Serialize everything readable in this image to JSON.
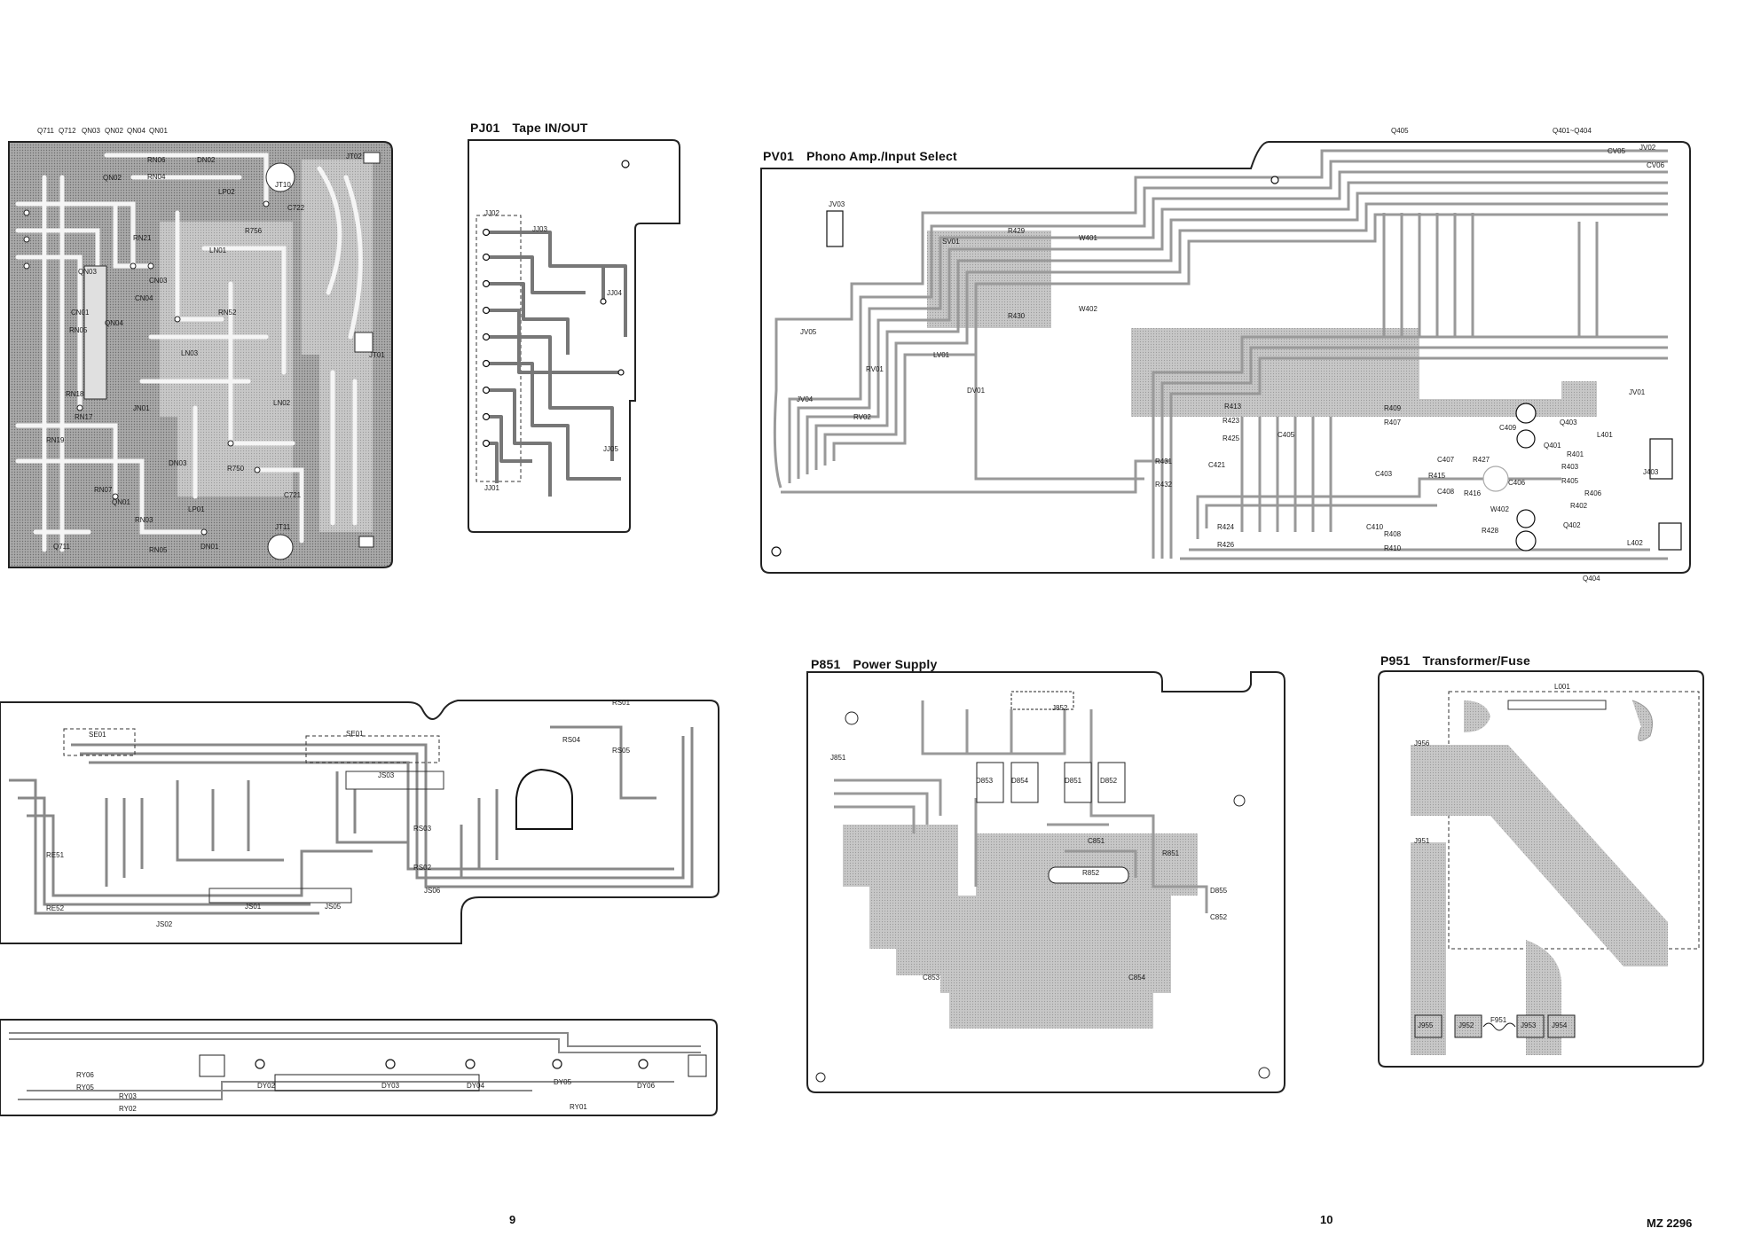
{
  "boards": {
    "main": {
      "labels": [
        "Q711",
        "Q712",
        "QN03",
        "QN02",
        "QN04",
        "QN01",
        "QN02",
        "QN03",
        "QN04",
        "CN01",
        "CN04",
        "CN03",
        "RN06",
        "RN04",
        "RN21",
        "RN05",
        "RN52",
        "RN07",
        "RN17",
        "RN03",
        "RN18",
        "RN19",
        "RN05",
        "LN01",
        "LN02",
        "LN03",
        "JN01",
        "R756",
        "R750",
        "C722",
        "C721",
        "JT10",
        "JT01",
        "JT11",
        "JT02",
        "LP01",
        "LP02",
        "Q711",
        "QN01",
        "DN01",
        "DN02",
        "DN03"
      ]
    },
    "pj01": {
      "ref": "PJ01",
      "name": "Tape IN/OUT",
      "labels": [
        "JJ02",
        "JJ01",
        "JJ03",
        "JJ04",
        "JJ05"
      ]
    },
    "pv01": {
      "ref": "PV01",
      "name": "Phono Amp./Input Select",
      "labels": [
        "Q405",
        "Q401~Q404",
        "JV03",
        "JV05",
        "JV04",
        "SV01",
        "R429",
        "R430",
        "W401",
        "W402",
        "LV01",
        "DV01",
        "RV01",
        "RV02",
        "R431",
        "R432",
        "R413",
        "R423",
        "R425",
        "R424",
        "R426",
        "R408",
        "R410",
        "R409",
        "R407",
        "R427",
        "R428",
        "R415",
        "R416",
        "R401",
        "R402",
        "R403",
        "R405",
        "R406",
        "Q403",
        "Q401",
        "Q402",
        "Q404",
        "L401",
        "L402",
        "J403",
        "JV01",
        "JV02",
        "CV05",
        "CV06",
        "W402",
        "C421",
        "C403",
        "C407",
        "C409",
        "C408",
        "C406",
        "C405",
        "C410"
      ]
    },
    "bottom_left": {
      "labels": [
        "SE01",
        "SE01",
        "RS01",
        "RE51",
        "RE52",
        "JS01",
        "JS02",
        "JS03",
        "JS05",
        "JS06",
        "RS02",
        "RS03",
        "RS04",
        "RS05"
      ]
    },
    "display": {
      "labels": [
        "RY06",
        "RY05",
        "RY03",
        "RY02",
        "DY02",
        "DY03",
        "DY04",
        "DY05",
        "DY06",
        "RY01"
      ]
    },
    "p851": {
      "ref": "P851",
      "name": "Power Supply",
      "labels": [
        "J851",
        "J852",
        "D853",
        "D854",
        "D851",
        "D852",
        "C851",
        "R852",
        "R851",
        "D855",
        "C852",
        "C853",
        "C854"
      ]
    },
    "p951": {
      "ref": "P951",
      "name": "Transformer/Fuse",
      "labels": [
        "L001",
        "J956",
        "J951",
        "J955",
        "J952",
        "F951",
        "J953",
        "J954"
      ]
    }
  },
  "footer": {
    "page_left": "9",
    "page_right": "10",
    "code": "MZ 2296"
  }
}
